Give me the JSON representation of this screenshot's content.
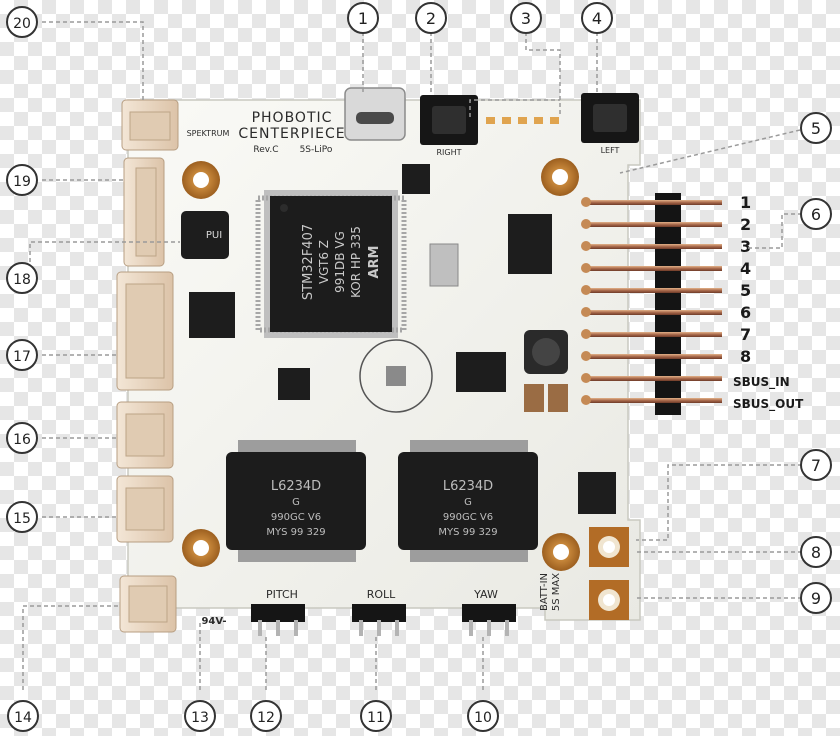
{
  "board": {
    "name_line1": "PHOBOTIC",
    "name_line2": "CENTERPIECE",
    "revision": "Rev.C",
    "battery_spec": "5S-LiPo",
    "connector_labels": {
      "pitch": "PITCH",
      "roll": "ROLL",
      "yaw": "YAW",
      "batt_in": "BATT-IN",
      "batt_max": "5S MAX",
      "left": "LEFT",
      "right": "RIGHT",
      "spektrum": "SPEKTRUM",
      "rating": "94V-"
    },
    "chips": {
      "mcu_line1": "STM32F407",
      "mcu_line2": "VGT6 Z",
      "mcu_line3": "991DB VG",
      "mcu_line4": "KOR HP 335",
      "mcu_brand": "ARM",
      "driver_line1": "L6234D",
      "driver_line2": "G",
      "driver_line3": "990GC V6",
      "driver_line4": "MYS 99 329",
      "inductor": "PUI"
    }
  },
  "pin_labels": [
    "1",
    "2",
    "3",
    "4",
    "5",
    "6",
    "7",
    "8",
    "SBUS_IN",
    "SBUS_OUT"
  ],
  "callouts": [
    "1",
    "2",
    "3",
    "4",
    "5",
    "6",
    "7",
    "8",
    "9",
    "10",
    "11",
    "12",
    "13",
    "14",
    "15",
    "16",
    "17",
    "18",
    "19",
    "20"
  ],
  "colors": {
    "pcb": "#f1f1ec",
    "connector": "#e8d7c4",
    "copper_pad": "#b8772e",
    "chip": "#1b1b1b",
    "leader": "#9a9a9a",
    "callout_ring": "#333333"
  }
}
